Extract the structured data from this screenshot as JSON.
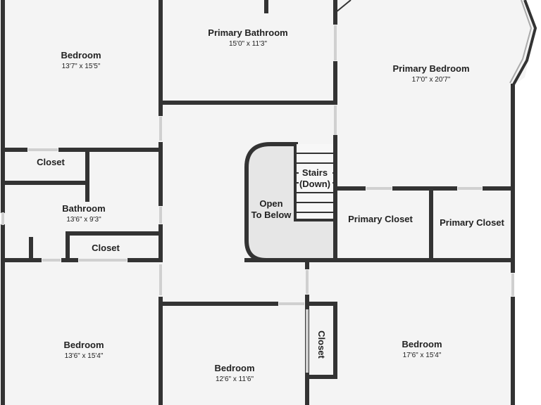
{
  "rooms": {
    "bedroom_top_left": {
      "name": "Bedroom",
      "dims": "13'7\" x 15'5\""
    },
    "primary_bathroom": {
      "name": "Primary Bathroom",
      "dims": "15'0\" x 11'3\""
    },
    "primary_bedroom": {
      "name": "Primary Bedroom",
      "dims": "17'0\" x 20'7\""
    },
    "closet_left": {
      "name": "Closet"
    },
    "bathroom": {
      "name": "Bathroom",
      "dims": "13'6\" x 9'3\""
    },
    "closet_bath": {
      "name": "Closet"
    },
    "stairs": {
      "line1": "Stairs",
      "line2": "(Down)"
    },
    "open_to_below": {
      "line1": "Open",
      "line2": "To Below"
    },
    "primary_closet_1": {
      "name": "Primary Closet"
    },
    "primary_closet_2": {
      "name": "Primary Closet"
    },
    "bedroom_bottom_left": {
      "name": "Bedroom",
      "dims": "13'6\" x 15'4\""
    },
    "bedroom_bottom_mid": {
      "name": "Bedroom",
      "dims": "12'6\" x 11'6\""
    },
    "closet_vertical": {
      "name": "Closet"
    },
    "bedroom_bottom_right": {
      "name": "Bedroom",
      "dims": "17'6\" x 15'4\""
    }
  },
  "colors": {
    "floor": "#f4f4f4",
    "wall": "#333333",
    "open_area": "#e6e6e6"
  }
}
